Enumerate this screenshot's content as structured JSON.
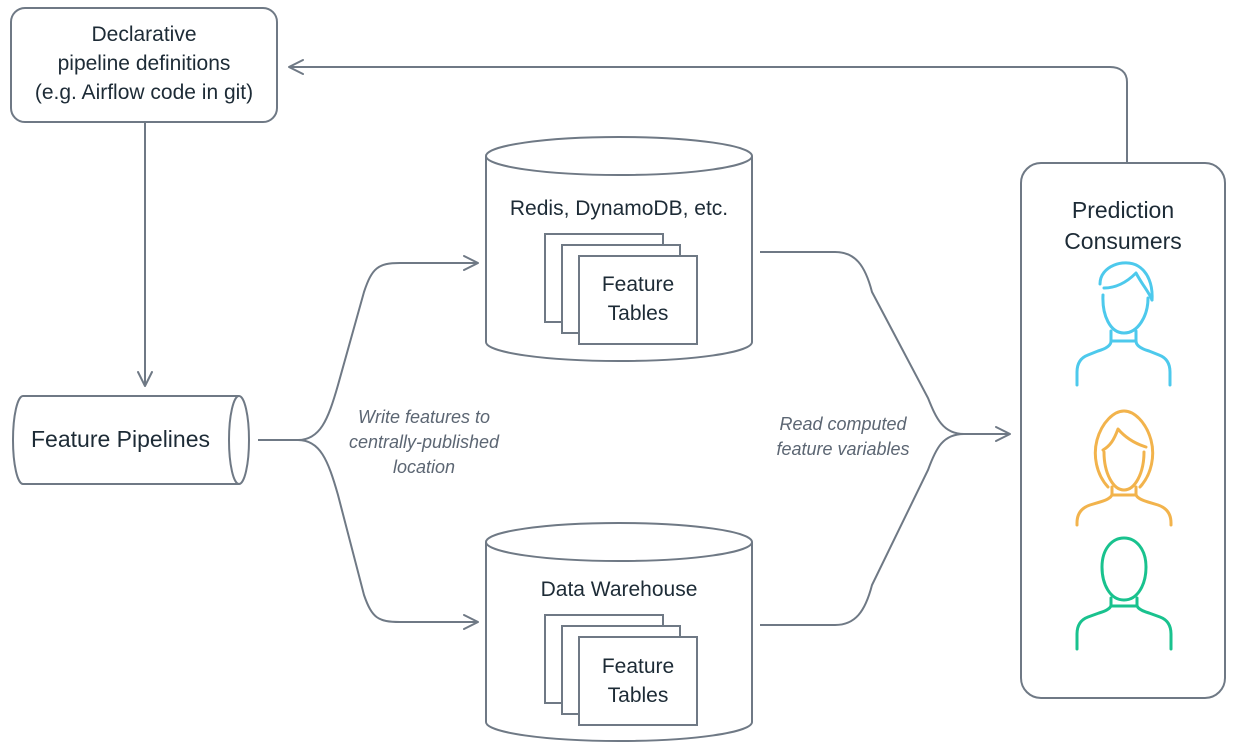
{
  "source_box": {
    "lines": [
      "Declarative",
      "pipeline definitions",
      "(e.g. Airflow code in git)"
    ]
  },
  "pipeline": {
    "label": "Feature Pipelines"
  },
  "online_store": {
    "label": "Redis, DynamoDB, etc.",
    "table_lines": [
      "Feature",
      "Tables"
    ]
  },
  "offline_store": {
    "label": "Data Warehouse",
    "table_lines": [
      "Feature",
      "Tables"
    ]
  },
  "write_note": {
    "lines": [
      "Write features to",
      "centrally-published",
      "location"
    ]
  },
  "read_note": {
    "lines": [
      "Read computed",
      "feature variables"
    ]
  },
  "consumers": {
    "title_lines": [
      "Prediction",
      "Consumers"
    ],
    "people": [
      {
        "icon": "person-short-hair-icon",
        "color": "#4dc9ec"
      },
      {
        "icon": "person-long-hair-icon",
        "color": "#f2b34c"
      },
      {
        "icon": "person-icon",
        "color": "#19c28e"
      }
    ]
  },
  "colors": {
    "stroke": "#6f7985",
    "text": "#1d2b36",
    "italic_text": "#5c6673"
  }
}
